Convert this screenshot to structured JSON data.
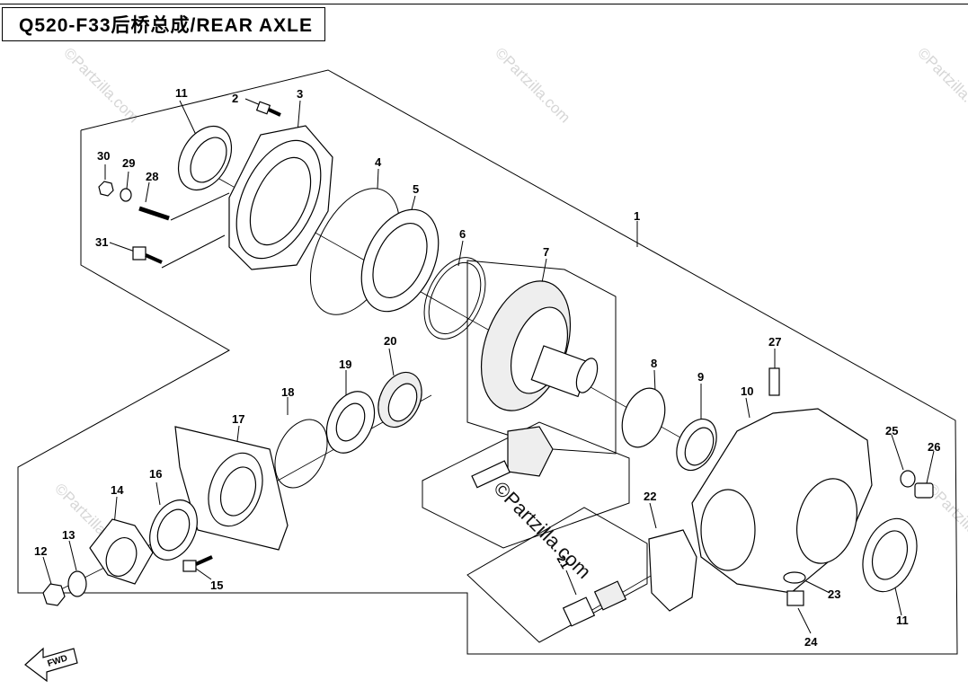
{
  "title": "Q520-F33后桥总成/REAR AXLE",
  "watermarks": [
    "©Partzilla.com",
    "©Partzilla.com",
    "©Partzilla.com",
    "©Partzilla.com",
    "©Partzilla.com",
    "©Partzilla.com"
  ],
  "center_watermark": "©Partzilla.com",
  "fwd_label": "FWD",
  "callouts": {
    "c1": "1",
    "c2": "2",
    "c3": "3",
    "c4": "4",
    "c5": "5",
    "c6": "6",
    "c7": "7",
    "c8": "8",
    "c9": "9",
    "c10": "10",
    "c11a": "11",
    "c11b": "11",
    "c12": "12",
    "c13": "13",
    "c14": "14",
    "c15": "15",
    "c16": "16",
    "c17": "17",
    "c18": "18",
    "c19": "19",
    "c20": "20",
    "c21": "21",
    "c22": "22",
    "c23": "23",
    "c24": "24",
    "c25": "25",
    "c26": "26",
    "c27": "27",
    "c28": "28",
    "c29": "29",
    "c30": "30",
    "c31": "31"
  }
}
